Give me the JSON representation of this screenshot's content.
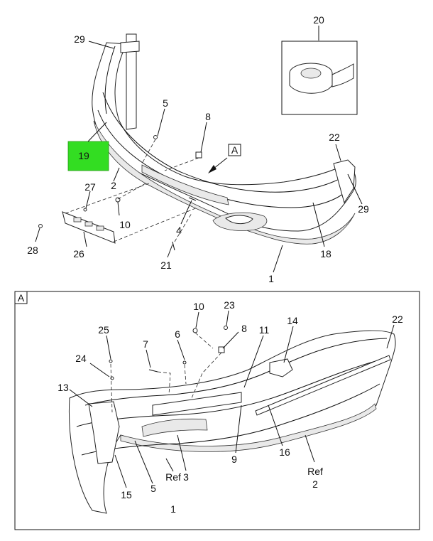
{
  "highlight_color": "#33dd22",
  "upper_view": {
    "highlight_label": "19",
    "view_ref": "A",
    "callouts": {
      "c1": "1",
      "c2": "2",
      "c4": "4",
      "c5": "5",
      "c8": "8",
      "c10": "10",
      "c18": "18",
      "c20": "20",
      "c21": "21",
      "c22": "22",
      "c26": "26",
      "c27": "27",
      "c28": "28",
      "c29a": "29",
      "c29b": "29"
    }
  },
  "detail_view": {
    "frame_label": "A",
    "callouts": {
      "c3": "3",
      "c5": "5",
      "c6": "6",
      "c7": "7",
      "c8": "8",
      "c9": "9",
      "c10": "10",
      "c11": "11",
      "c13": "13",
      "c14": "14",
      "c15": "15",
      "c16": "16",
      "c22": "22",
      "c23": "23",
      "c24": "24",
      "c25": "25"
    },
    "refs": {
      "ref1_word": "Ref",
      "ref1_num": "1",
      "ref2_word": "Ref",
      "ref2_num": "2"
    }
  }
}
